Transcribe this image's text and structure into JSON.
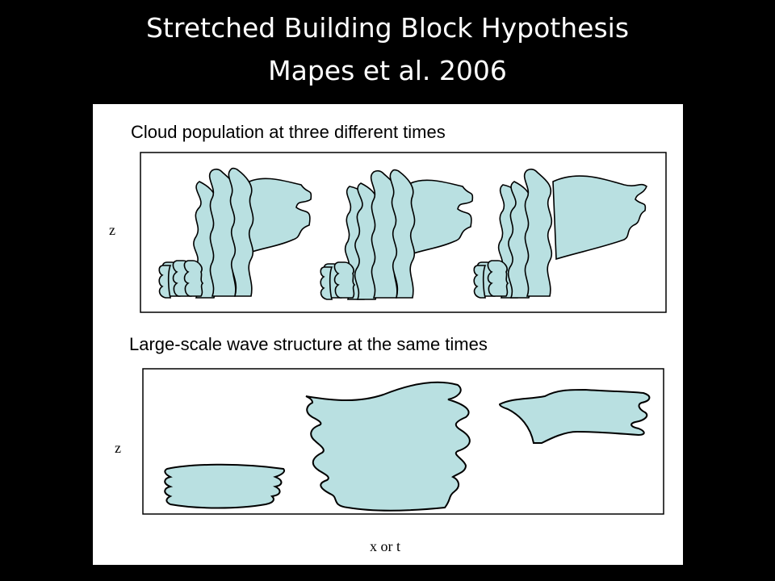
{
  "slide": {
    "title_line1": "Stretched Building Block Hypothesis",
    "title_line2": "Mapes et al. 2006"
  },
  "figure": {
    "top_caption": "Cloud population at three different times",
    "bottom_caption": "Large-scale wave structure at the same times",
    "top_axis_label": "z",
    "bottom_axis_label": "z",
    "x_axis_label": "x or t",
    "fill_color": "#b9e0e1",
    "stroke_color": "#000000"
  }
}
